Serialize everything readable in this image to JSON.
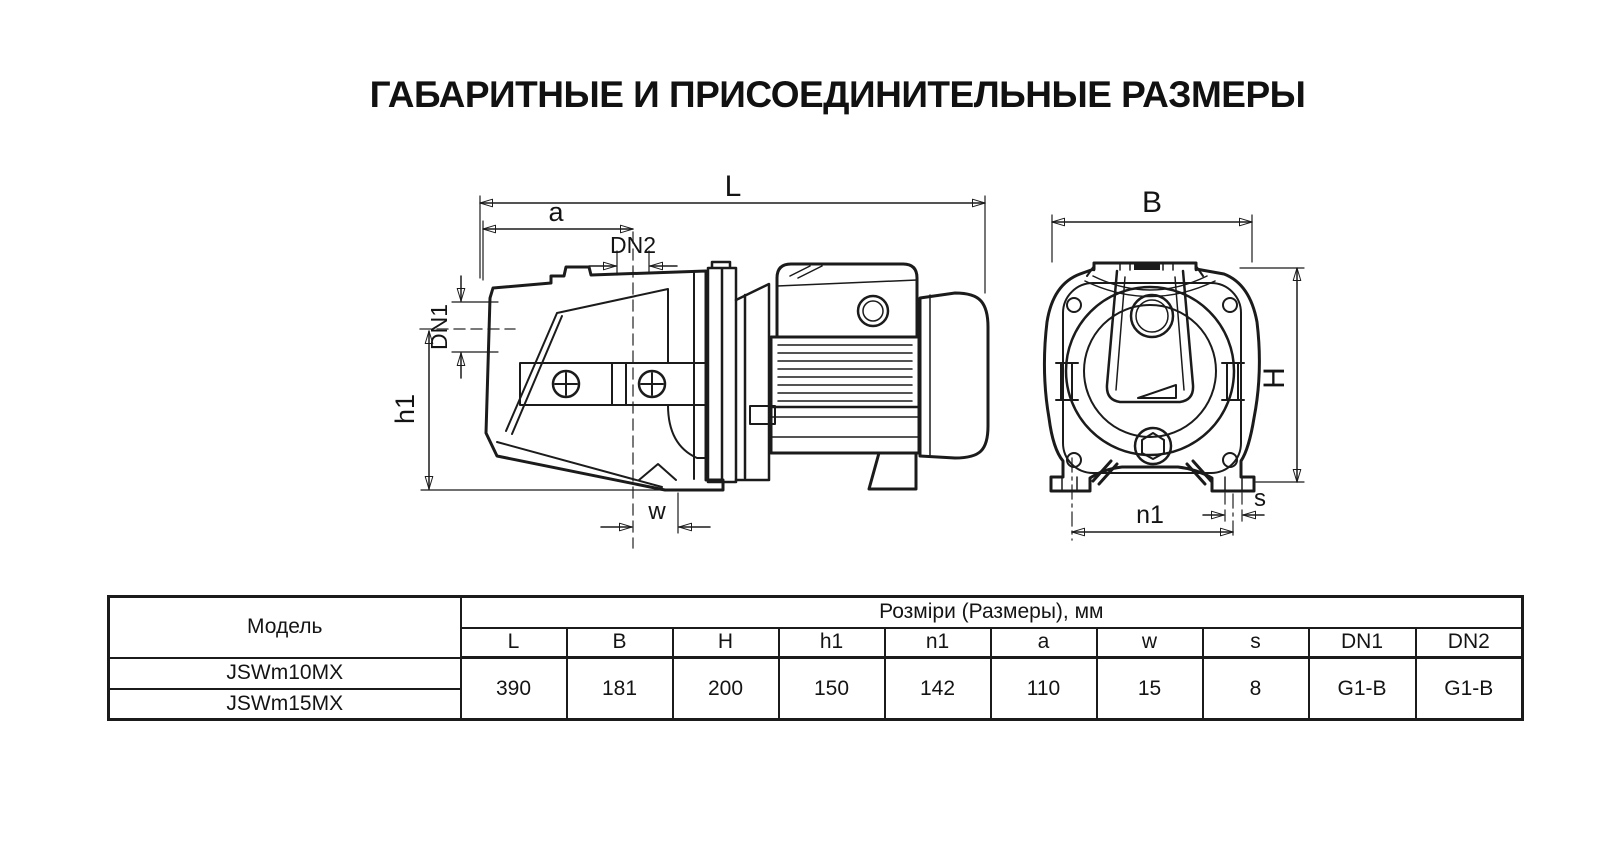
{
  "title": "ГАБАРИТНЫЕ И ПРИСОЕДИНИТЕЛЬНЫЕ РАЗМЕРЫ",
  "colors": {
    "line": "#1b1b1b",
    "background": "#ffffff",
    "centerline": "#4d4d4d"
  },
  "drawing": {
    "side_view": {
      "dim_L": "L",
      "dim_a": "a",
      "dim_DN2": "DN2",
      "dim_DN1": "DN1",
      "dim_h1": "h1",
      "dim_w": "w"
    },
    "front_view": {
      "dim_B": "B",
      "dim_H": "H",
      "dim_n1": "n1",
      "dim_s": "s"
    }
  },
  "table": {
    "model_header": "Модель",
    "sizes_header": "Розміри (Размеры), мм",
    "columns": [
      "L",
      "B",
      "H",
      "h1",
      "n1",
      "a",
      "w",
      "s",
      "DN1",
      "DN2"
    ],
    "rows": [
      {
        "model": "JSWm10MX"
      },
      {
        "model": "JSWm15MX"
      }
    ],
    "shared_values": [
      "390",
      "181",
      "200",
      "150",
      "142",
      "110",
      "15",
      "8",
      "G1-B",
      "G1-B"
    ]
  }
}
